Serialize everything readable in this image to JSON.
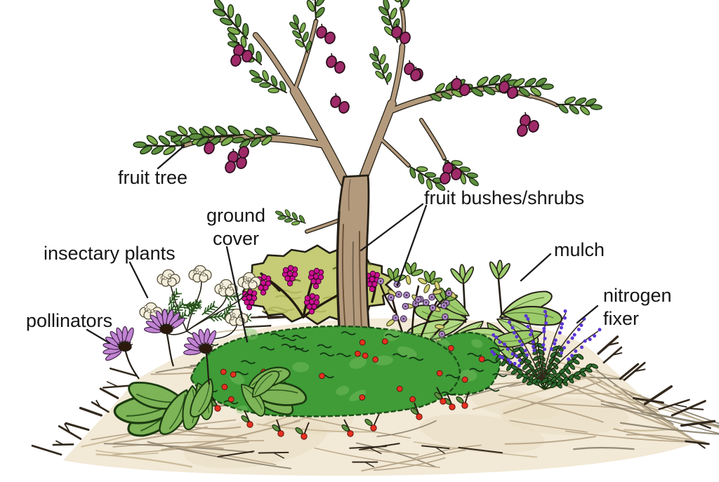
{
  "diagram": {
    "kind": "fruit tree guild illustration",
    "labels": {
      "fruit_tree": "fruit tree",
      "ground_cover": "ground\ncover",
      "insectary_plants": "insectary plants",
      "pollinators": "pollinators",
      "fruit_bushes": "fruit bushes/shrubs",
      "mulch": "mulch",
      "nitrogen_fixer": "nitrogen\nfixer"
    }
  },
  "palette": {
    "ink": "#241f16",
    "label_text": "#151515",
    "leader_line": "#1a1a1a",
    "trunk": "#b49a7c",
    "trunk_shade": "#6b5138",
    "branch": "#b49a7c",
    "leaf": "#5e9040",
    "leaf_light": "#7fae4e",
    "leaf_outline": "#1e3314",
    "plum": "#9e2a68",
    "plum_outline": "#2a0d1c",
    "grape": "#cb0f92",
    "grape_bush_bg": "#c5cc75",
    "vine": "#241a10",
    "strawberry_green": "#3f9c37",
    "strawberry_green_light": "#7cc163",
    "strawberry_red": "#e8301f",
    "patch_outline": "#1d4d18",
    "hosta_green": "#7db457",
    "coneflower_petal": "#c184d2",
    "coneflower_center": "#2b1a0c",
    "yarrow_cream": "#f4eedd",
    "currant_berry": "#ab87c4",
    "currant_leaf": "#d6d277",
    "comfrey_green": "#9ccb6c",
    "comfrey_light": "#b2d985",
    "nitrogen_flower": "#5b35d4",
    "nitrogen_leaf": "#2d6b30",
    "fern_green": "#27531b",
    "straw_fill": "#f2e9d6",
    "straw_tint": "#e9dcc2",
    "straw_line": "#b3a183",
    "straw_line_dark": "#8a7f6b",
    "twig": "#33291d"
  }
}
